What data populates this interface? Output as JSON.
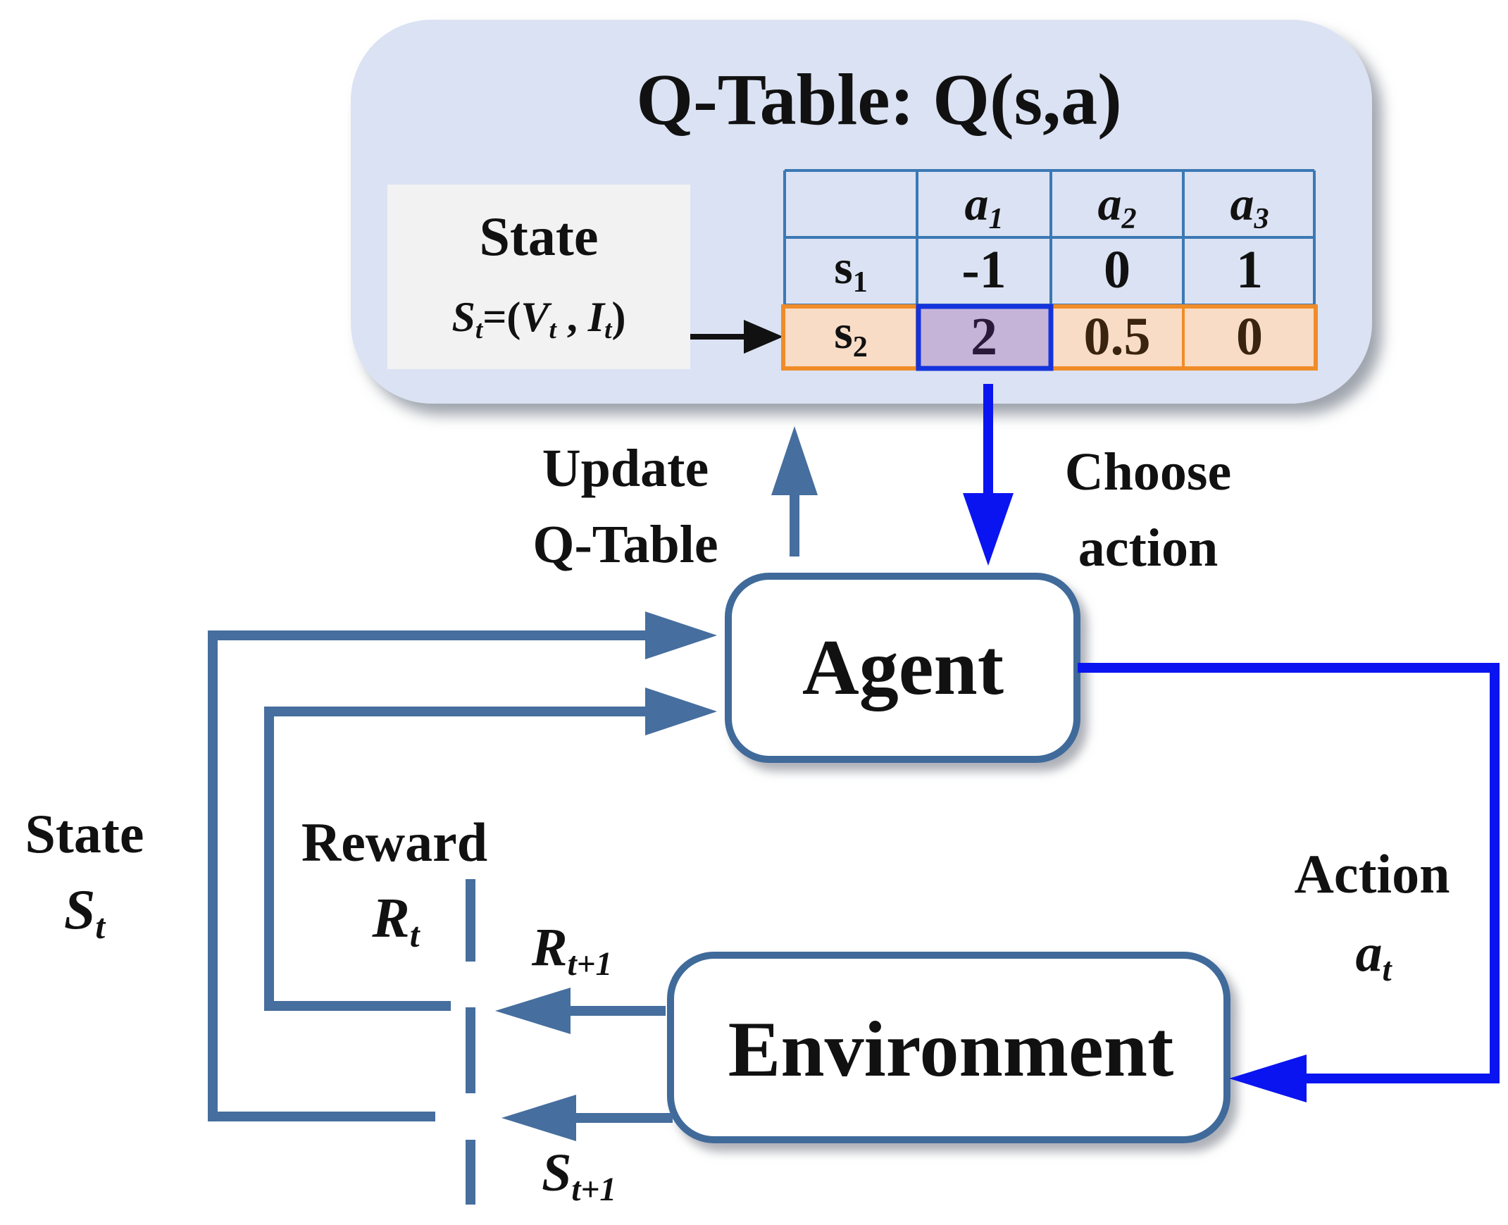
{
  "colors": {
    "panel_fill": "#dae2f3",
    "panel_shadow": "#9aa0ad",
    "state_box_fill": "#f2f2f2",
    "table_border": "#3c78b4",
    "highlight_row_fill": "#f9dcc6",
    "highlight_row_border": "#f08c28",
    "selected_cell_fill": "#c6b4d8",
    "selected_cell_border": "#1433dc",
    "flow_steel": "#466e9e",
    "flow_blue": "#0a14f0",
    "box_border": "#3f6b9a",
    "text": "#111111"
  },
  "qtable_panel": {
    "title": "Q-Table: Q(s,a)",
    "state_box": {
      "heading": "State",
      "formula": {
        "lhs": "S",
        "lhs_sub": "t",
        "eq": "=(",
        "v": "V",
        "v_sub": "t",
        "sep": " , ",
        "i": "I",
        "i_sub": "t",
        "close": ")"
      }
    },
    "table": {
      "headers": [
        {
          "base": "a",
          "sub": "1"
        },
        {
          "base": "a",
          "sub": "2"
        },
        {
          "base": "a",
          "sub": "3"
        }
      ],
      "rows": [
        {
          "state": {
            "base": "s",
            "sub": "1"
          },
          "values": [
            "-1",
            "0",
            "1"
          ],
          "highlighted": false
        },
        {
          "state": {
            "base": "s",
            "sub": "2"
          },
          "values": [
            "2",
            "0.5",
            "0"
          ],
          "highlighted": true,
          "selected_index": 0
        }
      ]
    }
  },
  "labels": {
    "update_line1": "Update",
    "update_line2": "Q-Table",
    "choose_line1": "Choose",
    "choose_line2": "action",
    "state_word": "State",
    "state_sym": {
      "base": "S",
      "sub": "t"
    },
    "reward_word": "Reward",
    "reward_sym": {
      "base": "R",
      "sub": "t"
    },
    "r_next": {
      "base": "R",
      "sub": "t+1"
    },
    "s_next": {
      "base": "S",
      "sub": "t+1"
    },
    "action_word": "Action",
    "action_sym": {
      "base": "a",
      "sub": "t"
    }
  },
  "boxes": {
    "agent": "Agent",
    "environment": "Environment"
  }
}
